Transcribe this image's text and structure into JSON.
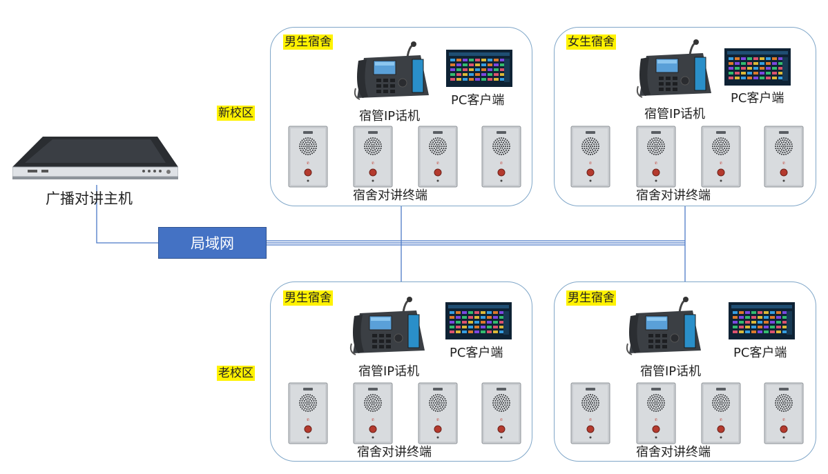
{
  "host": {
    "label": "广播对讲主机",
    "icon": "server-icon"
  },
  "lan": {
    "label": "局域网"
  },
  "campuses": {
    "new": "新校区",
    "old": "老校区"
  },
  "panels": [
    {
      "id": "new-boys",
      "tag": "男生宿舍",
      "phone_label": "宿管IP话机",
      "pc_label": "PC客户端",
      "terminal_label": "宿舍对讲终端"
    },
    {
      "id": "new-girls",
      "tag": "女生宿舍",
      "phone_label": "宿管IP话机",
      "pc_label": "PC客户端",
      "terminal_label": "宿舍对讲终端"
    },
    {
      "id": "old-boys-1",
      "tag": "男生宿舍",
      "phone_label": "宿管IP话机",
      "pc_label": "PC客户端",
      "terminal_label": "宿舍对讲终端"
    },
    {
      "id": "old-boys-2",
      "tag": "男生宿舍",
      "phone_label": "宿管IP话机",
      "pc_label": "PC客户端",
      "terminal_label": "宿舍对讲终端"
    }
  ],
  "colors": {
    "line": "#4472c4",
    "lan_fill": "#4472c4",
    "tag_bg": "#fff200",
    "panel_border": "#7fa6c8"
  }
}
